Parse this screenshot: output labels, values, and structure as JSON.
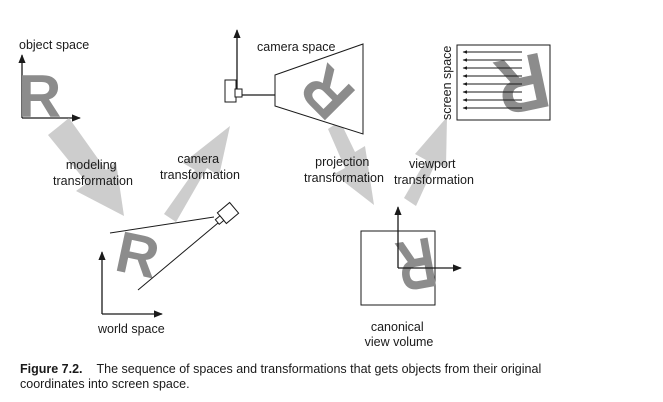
{
  "diagram": {
    "nodes": {
      "object_space": "object space",
      "world_space": "world space",
      "camera_space": "camera space",
      "screen_space": "screen space",
      "canonical_view_volume": [
        "canonical",
        "view volume"
      ]
    },
    "transformations": {
      "modeling": [
        "modeling",
        "transformation"
      ],
      "camera": [
        "camera",
        "transformation"
      ],
      "projection": [
        "projection",
        "transformation"
      ],
      "viewport": [
        "viewport",
        "transformation"
      ]
    },
    "glyph": "R"
  },
  "caption": {
    "label": "Figure 7.2.",
    "text": "The sequence of spaces and transformations that gets objects from their original coordinates into screen space."
  },
  "colors": {
    "ink": "#1a1a1a",
    "glyph_gray": "#8c8c8c",
    "arrow_gray": "#cdcdcd"
  }
}
